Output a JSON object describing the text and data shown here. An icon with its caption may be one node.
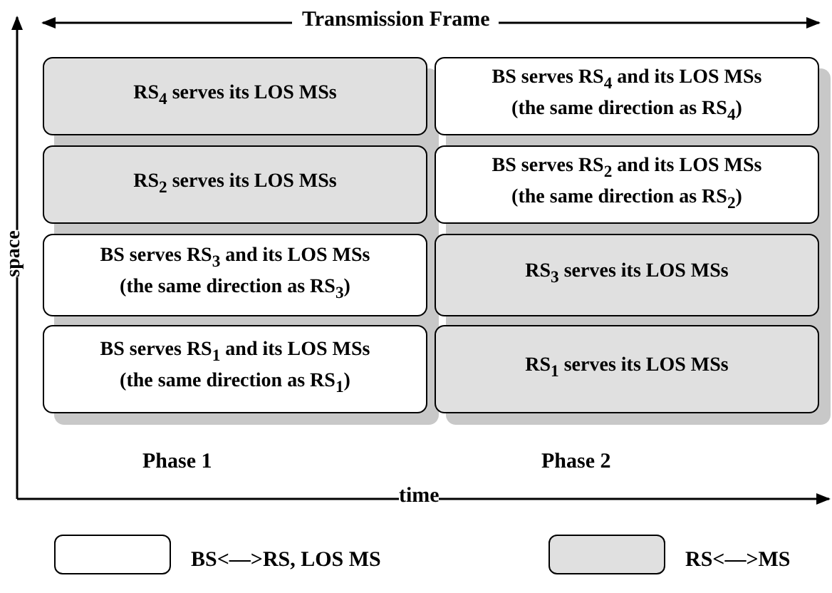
{
  "diagram": {
    "nodes": [
      {
        "text": [
          "RS$_{4}$ serves its LOS MSs"
        ]
      },
      {
        "text": [
          "BS serves RS$_{4}$ and its LOS MSs (the same direction as RS$_{4}$)"
        ]
      },
      {
        "text": [
          "RS$_{2}$ serves its LOS MSs"
        ]
      },
      {
        "text": [
          "BS serves RS$_{2}$ and its LOS MSs (the same direction as RS$_{2}$)"
        ]
      },
      {
        "text": [
          "BS serves RS$_{3}$ and its LOS MSs (the same direction as RS$_{3}$)"
        ]
      },
      {
        "text": [
          "RS$_{3}$ serves its LOS MSs"
        ]
      },
      {
        "text": [
          "BS serves RS$_{1}$ and its LOS MSs (the same direction as RS$_{1}$)"
        ]
      },
      {
        "text": [
          "RS$_{1}$ serves its LOS MSs"
        ]
      }
    ],
    "edges": [],
    "labels": [
      "Transmission Frame",
      "space",
      "Phase 1",
      "Phase 2",
      "time"
    ],
    "legend": [
      {
        "text": "BS<—>RS, LOS MS",
        "color": "#ffffff"
      },
      {
        "text": "RS<—>MS",
        "color": "#e0e0e0"
      }
    ]
  }
}
